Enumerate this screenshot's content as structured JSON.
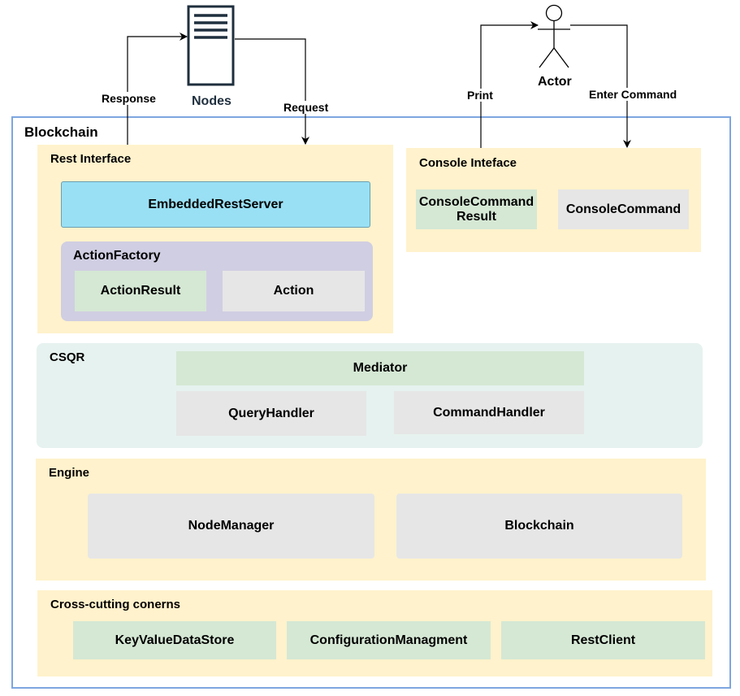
{
  "actors": {
    "nodes_label": "Nodes",
    "actor_label": "Actor"
  },
  "edges": {
    "response": "Response",
    "request": "Request",
    "print": "Print",
    "enter_command": "Enter Command"
  },
  "blockchain": {
    "title": "Blockchain",
    "rest_interface": {
      "title": "Rest Interface",
      "embedded_rest_server": "EmbeddedRestServer",
      "action_factory": {
        "title": "ActionFactory",
        "action_result": "ActionResult",
        "action": "Action"
      }
    },
    "console_interface": {
      "title": "Console Inteface",
      "console_command_result": "ConsoleCommand Result",
      "console_command": "ConsoleCommand"
    },
    "csqr": {
      "title": "CSQR",
      "mediator": "Mediator",
      "query_handler": "QueryHandler",
      "command_handler": "CommandHandler"
    },
    "engine": {
      "title": "Engine",
      "node_manager": "NodeManager",
      "blockchain_box": "Blockchain"
    },
    "cross_cutting": {
      "title": "Cross-cutting conerns",
      "key_value_data_store": "KeyValueDataStore",
      "configuration_managment": "ConfigurationManagment",
      "rest_client": "RestClient"
    }
  },
  "colors": {
    "outer_border": "#7ea6e0",
    "container_yellow": "#fff2cc",
    "container_mint": "#e6f2ef",
    "box_green": "#d5e8d4",
    "box_gray": "#e6e6e6",
    "box_purple": "#d0cee2",
    "box_blue": "#99e0f5",
    "nodes_label": "#1f2f3e"
  }
}
